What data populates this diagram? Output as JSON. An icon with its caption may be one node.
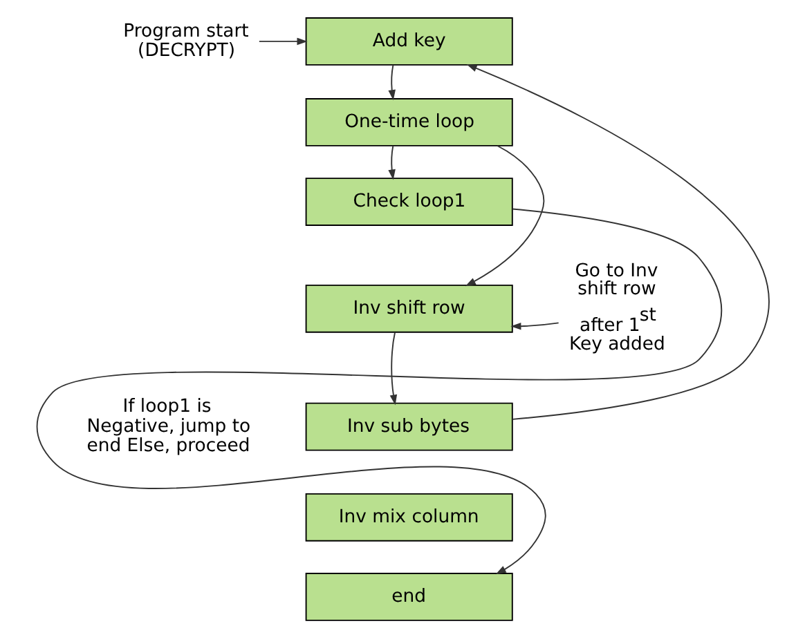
{
  "diagram": {
    "nodes": [
      {
        "text": [
          "Program start (DECRYPT)"
        ]
      },
      {
        "text": [
          "Add key"
        ]
      },
      {
        "text": [
          "One-time loop"
        ]
      },
      {
        "text": [
          "Check loop1"
        ]
      },
      {
        "text": [
          "Inv shift row"
        ]
      },
      {
        "text": [
          "Inv sub bytes"
        ]
      },
      {
        "text": [
          "Inv mix column"
        ]
      },
      {
        "text": [
          "end"
        ]
      },
      {
        "text": [
          "Go to Inv shift row after 1$^{st}$ Key added"
        ]
      }
    ],
    "edges": [
      {
        "from": 0,
        "to": 1,
        "arrow": "to"
      },
      {
        "from": 1,
        "to": 2,
        "arrow": "to"
      },
      {
        "from": 2,
        "to": 3,
        "arrow": "to"
      },
      {
        "from": 2,
        "to": 4,
        "arrow": "to"
      },
      {
        "from": 3,
        "to": 7,
        "arrow": "to"
      },
      {
        "from": 4,
        "to": 5,
        "arrow": "to"
      },
      {
        "from": 5,
        "to": 1,
        "arrow": "to"
      },
      {
        "from": 8,
        "to": 4,
        "arrow": "to"
      }
    ],
    "labels": [
      "If loop1 is Negative, jump to end Else, proceed"
    ]
  }
}
